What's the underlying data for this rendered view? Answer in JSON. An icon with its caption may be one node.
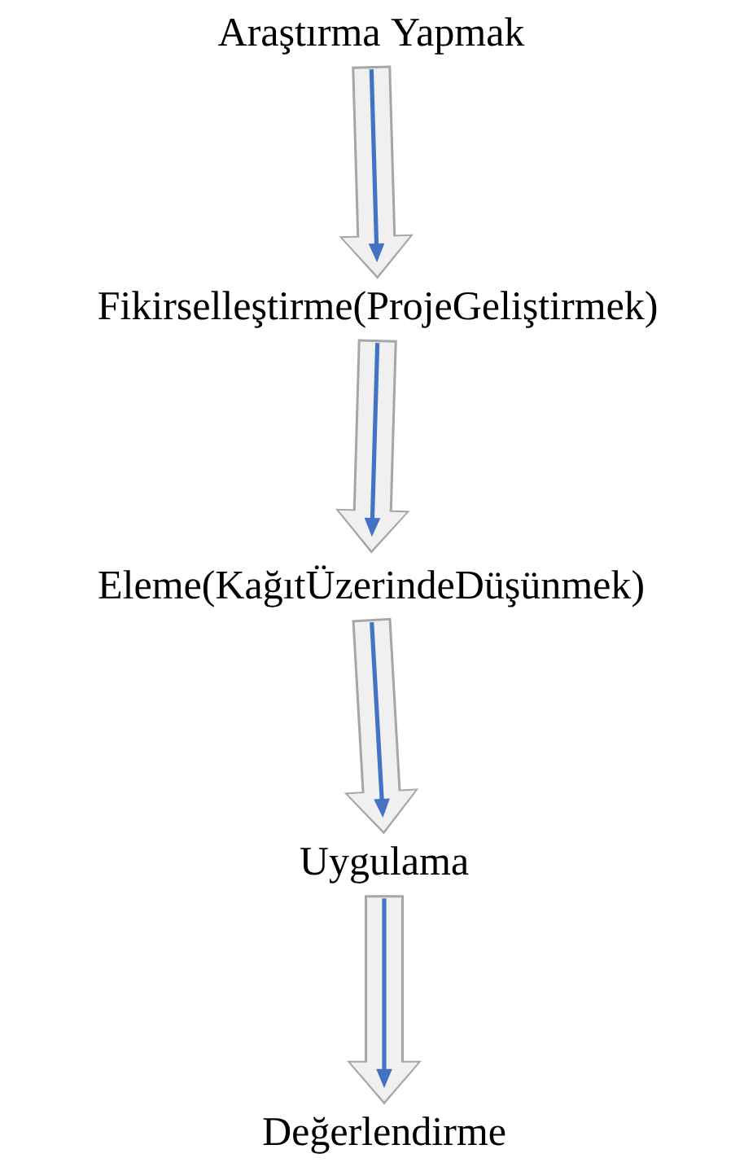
{
  "diagram": {
    "nodes": [
      {
        "text": [
          "Araştırma Yapmak"
        ]
      },
      {
        "text": [
          "Fikirselleştirme(ProjeGeliştirmek)"
        ]
      },
      {
        "text": [
          "Eleme(KağıtÜzerindeDüşünmek)"
        ]
      },
      {
        "text": [
          "Uygulama"
        ]
      },
      {
        "text": [
          "Değerlendirme"
        ]
      }
    ],
    "edges": [
      {
        "from": 0,
        "to": 1,
        "arrow": "to"
      },
      {
        "from": 1,
        "to": 2,
        "arrow": "to"
      },
      {
        "from": 2,
        "to": 3,
        "arrow": "to"
      },
      {
        "from": 3,
        "to": 4,
        "arrow": "to"
      }
    ]
  }
}
